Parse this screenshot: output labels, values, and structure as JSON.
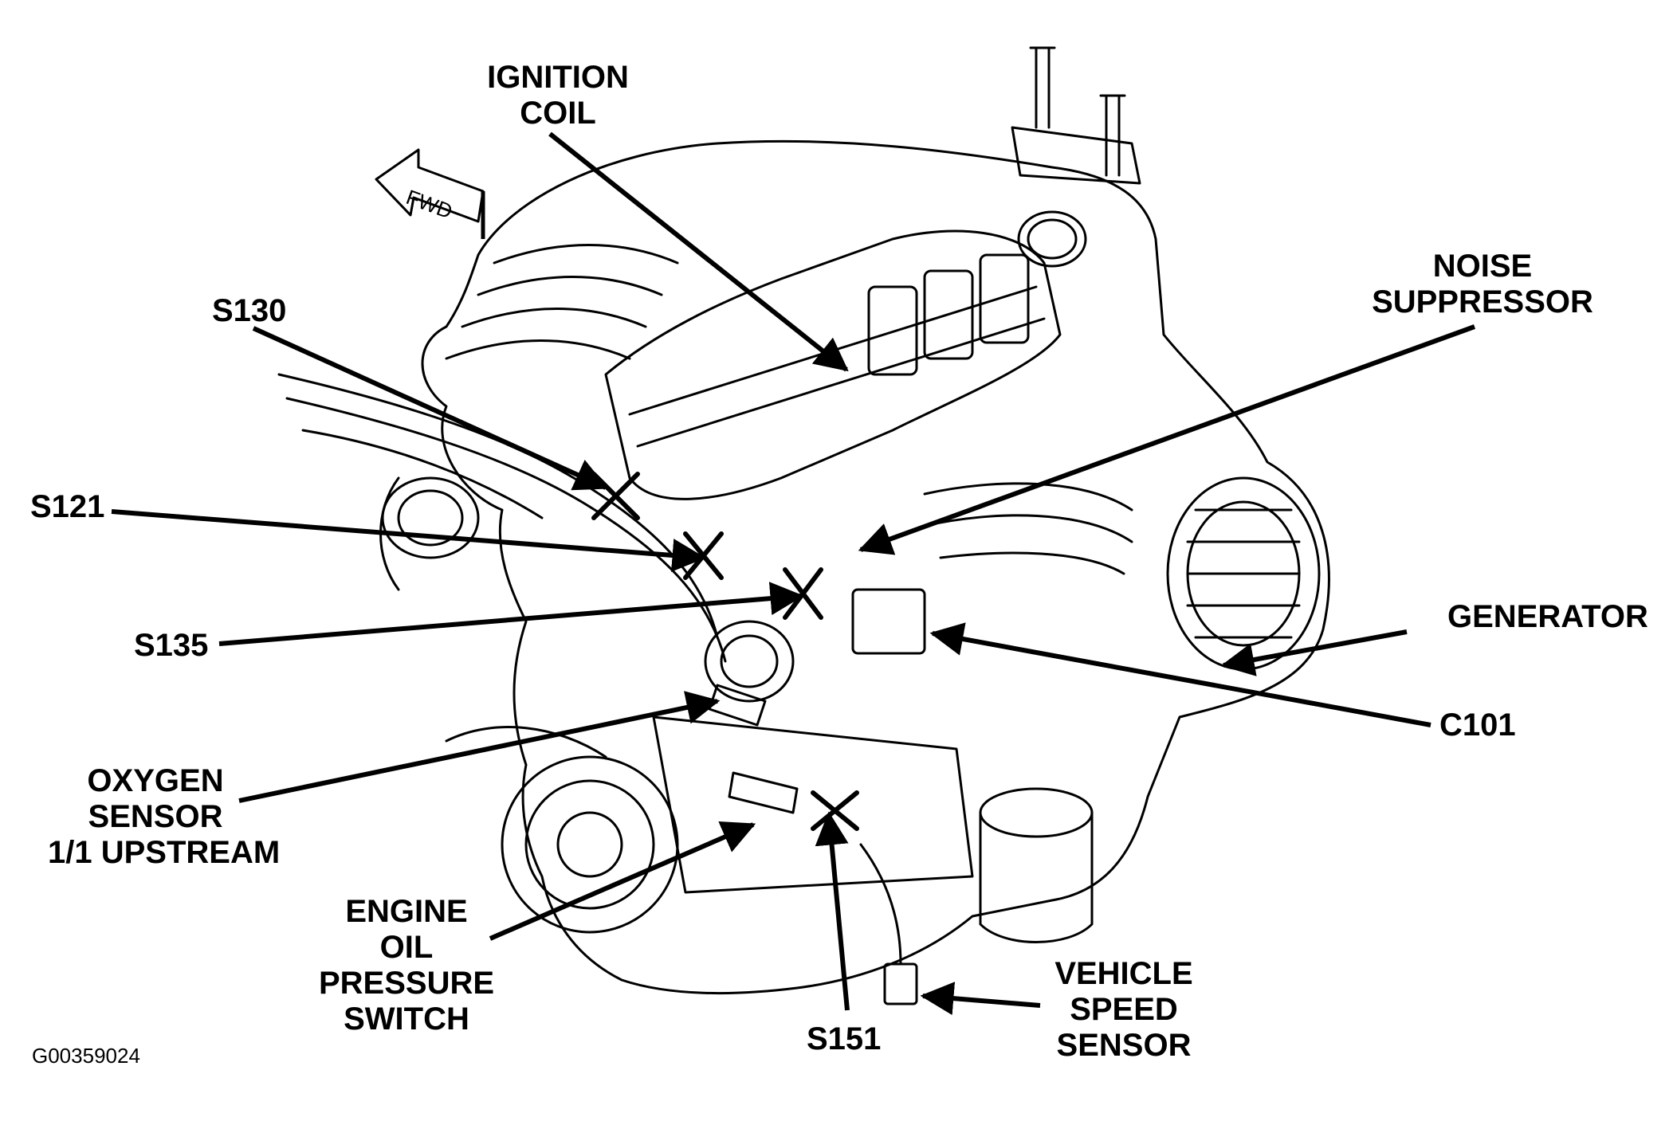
{
  "figure": {
    "figure_id": "G00359024",
    "fwd_arrow": "FWD",
    "labels": {
      "ignition_coil": [
        "IGNITION",
        "COIL"
      ],
      "noise_suppressor": [
        "NOISE",
        "SUPPRESSOR"
      ],
      "s130": "S130",
      "s121": "S121",
      "s135": "S135",
      "generator": "GENERATOR",
      "c101": "C101",
      "oxygen_sensor": [
        "OXYGEN",
        "SENSOR",
        "1/1 UPSTREAM"
      ],
      "engine_oil_pressure_switch": [
        "ENGINE",
        "OIL",
        "PRESSURE",
        "SWITCH"
      ],
      "s151": "S151",
      "vehicle_speed_sensor": [
        "VEHICLE",
        "SPEED",
        "SENSOR"
      ]
    }
  }
}
